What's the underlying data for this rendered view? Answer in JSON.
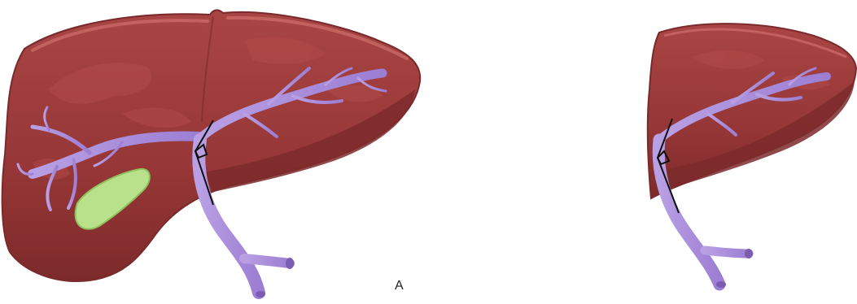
{
  "labels": {
    "panel_a": "A"
  },
  "colors": {
    "liver": "#9b3a3a",
    "liver_dark": "#7e2c2d",
    "liver_highlight": "#b24b4b",
    "liver_edge": "#c0605d",
    "vein": "#a78bd6",
    "vein_dark": "#7a5db0",
    "gallbladder": "#b7e08a",
    "gallbladder_edge": "#8fc15e",
    "marker": "#111111"
  },
  "figures": [
    {
      "name": "whole-liver",
      "has_gallbladder": true
    },
    {
      "name": "liver-segment",
      "has_gallbladder": false
    }
  ]
}
